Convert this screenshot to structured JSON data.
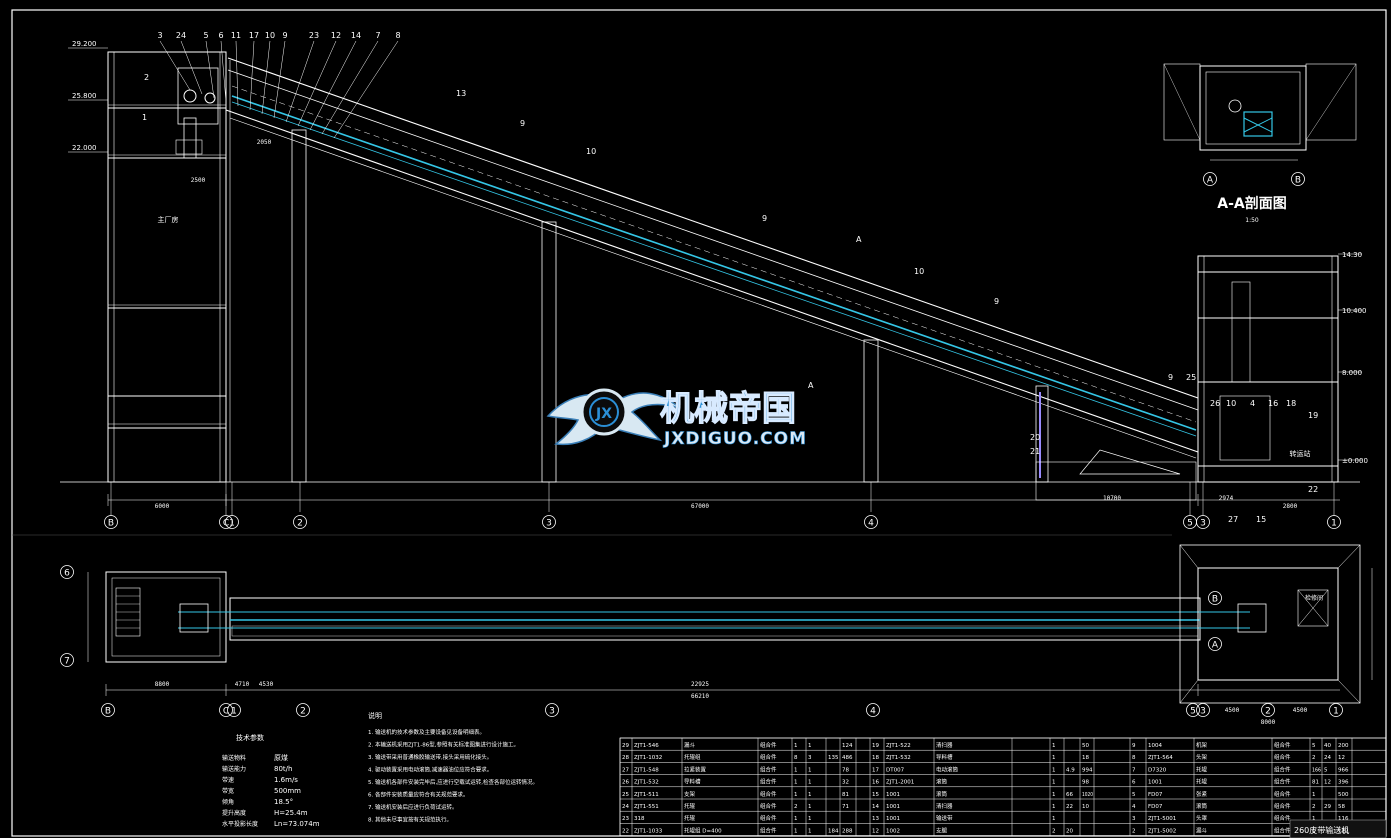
{
  "colors": {
    "background": "#000000",
    "line": "#ffffff",
    "belt": "#34c6e6",
    "accent": "#2b8fd6"
  },
  "elevations_left": [
    "29.200",
    "25.800",
    "22.000"
  ],
  "elevations_right": [
    "14.30",
    "10.400",
    "8.000",
    "±0.000"
  ],
  "part_numbers_top": [
    "3",
    "24",
    "5",
    "6",
    "11",
    "17",
    "10",
    "9",
    "23",
    "12",
    "14",
    "7",
    "8"
  ],
  "part_numbers_left": [
    "2",
    "1"
  ],
  "part_numbers_span": [
    "13",
    "9",
    "10",
    "9",
    "10",
    "9"
  ],
  "part_numbers_tail": [
    "9",
    "25",
    "26",
    "10",
    "4",
    "16",
    "18",
    "19",
    "20",
    "21",
    "22",
    "27",
    "15"
  ],
  "section_marks": [
    "A",
    "A"
  ],
  "dim_labels": [
    "6000",
    "67000",
    "10700",
    "2974",
    "2800",
    "2050",
    "2500"
  ],
  "axes_elev": [
    "B",
    "C",
    "1",
    "2",
    "3",
    "4",
    "5",
    "3",
    "1"
  ],
  "axes_plan": [
    "B",
    "C",
    "1",
    "2",
    "3",
    "4",
    "5",
    "3",
    "2",
    "1"
  ],
  "plan_rows_left": [
    "6",
    "7"
  ],
  "plan_rows_right": [
    "B",
    "A"
  ],
  "plan_dims": [
    "8800",
    "4710",
    "4530",
    "22925",
    "66210",
    "4500",
    "8000",
    "4500"
  ],
  "room_labels": [
    "主厂房",
    "转运站",
    "检修间"
  ],
  "section_title": "A-A剖面图",
  "section_scale": "1:50",
  "section_axes": [
    "A",
    "B"
  ],
  "notes_title": "说明",
  "notes": [
    "1. 输送机的技术参数及主要设备见设备明细表。",
    "2. 本输送机采用ZJT1-86型,参照有关标准图集进行设计施工。",
    "3. 输送带采用普通橡胶输送带,接头采用硫化接头。",
    "4. 驱动装置采用电动滚筒,减速器油位应符合要求。",
    "5. 输送机各部件安装完毕后,应进行空载试运转,检查各部位运转情况。",
    "6. 各部件安装质量应符合有关规范要求。",
    "7. 输送机安装后应进行负荷试运转。",
    "8. 其他未尽事宜按有关规范执行。"
  ],
  "tech_title": "技术参数",
  "tech_params": [
    {
      "label": "输送物料",
      "value": "原煤"
    },
    {
      "label": "输送能力",
      "value": "80t/h"
    },
    {
      "label": "带速",
      "value": "1.6m/s"
    },
    {
      "label": "带宽",
      "value": "500mm"
    },
    {
      "label": "倾角",
      "value": "18.5°"
    },
    {
      "label": "提升高度",
      "value": "H=25.4m"
    },
    {
      "label": "水平投影长度",
      "value": "Ln=73.074m"
    }
  ],
  "logo_cn": "机械帝国",
  "logo_en": "JXDIGUO.COM",
  "logo_badge": "JX",
  "bom_rows": [
    [
      "29",
      "ZJT1-546",
      "漏斗",
      "组合件",
      "1",
      "1",
      "",
      "124",
      "",
      "19",
      "ZJT1-522",
      "清扫器",
      "",
      "1",
      "",
      "50",
      "",
      "9",
      "1004",
      "机架",
      "组合件",
      "5",
      "40",
      "200"
    ],
    [
      "28",
      "ZJT1-1032",
      "托辊组",
      "组合件",
      "8",
      "3",
      "135",
      "486",
      "",
      "18",
      "ZJT1-532",
      "导料槽",
      "",
      "1",
      "",
      "18",
      "",
      "8",
      "ZJT1-564",
      "头架",
      "组合件",
      "2",
      "24",
      "12"
    ],
    [
      "27",
      "ZJT1-548",
      "拉紧装置",
      "组合件",
      "1",
      "1",
      "",
      "78",
      "",
      "17",
      "DT007",
      "电动滚筒",
      "",
      "1",
      "4.9",
      "994",
      "",
      "7",
      "D7320",
      "托辊",
      "组合件",
      "166",
      "5",
      "966"
    ],
    [
      "26",
      "ZJT1-532",
      "导料槽",
      "组合件",
      "1",
      "1",
      "",
      "32",
      "",
      "16",
      "ZJT1-2001",
      "滚筒",
      "",
      "1",
      "",
      "98",
      "",
      "6",
      "1001",
      "托辊",
      "组合件",
      "81",
      "12",
      "396"
    ],
    [
      "25",
      "ZJT1-511",
      "支架",
      "组合件",
      "1",
      "1",
      "",
      "81",
      "",
      "15",
      "1001",
      "滚筒",
      "",
      "1",
      "66",
      "1020",
      "",
      "5",
      "FD07",
      "张紧",
      "组合件",
      "1",
      "",
      "500"
    ],
    [
      "24",
      "ZJT1-551",
      "托辊",
      "组合件",
      "2",
      "1",
      "",
      "71",
      "",
      "14",
      "1001",
      "清扫器",
      "",
      "1",
      "22",
      "10",
      "",
      "4",
      "FD07",
      "滚筒",
      "组合件",
      "2",
      "29",
      "58"
    ],
    [
      "23",
      "318",
      "托辊",
      "组合件",
      "1",
      "1",
      "",
      "",
      "",
      "13",
      "1001",
      "输送带",
      "",
      "1",
      "",
      "",
      "",
      "3",
      "ZJT1-5001",
      "头罩",
      "组合件",
      "1",
      "",
      "116"
    ],
    [
      "22",
      "ZJT1-1033",
      "托辊组 D=400",
      "组合件",
      "1",
      "1",
      "184",
      "288",
      "",
      "12",
      "1002",
      "支腿",
      "",
      "2",
      "20",
      "",
      "",
      "2",
      "ZJT1-5002",
      "漏斗",
      "组合件",
      "1",
      "",
      "122"
    ]
  ],
  "bom_title_fragment": "260皮带输送机"
}
